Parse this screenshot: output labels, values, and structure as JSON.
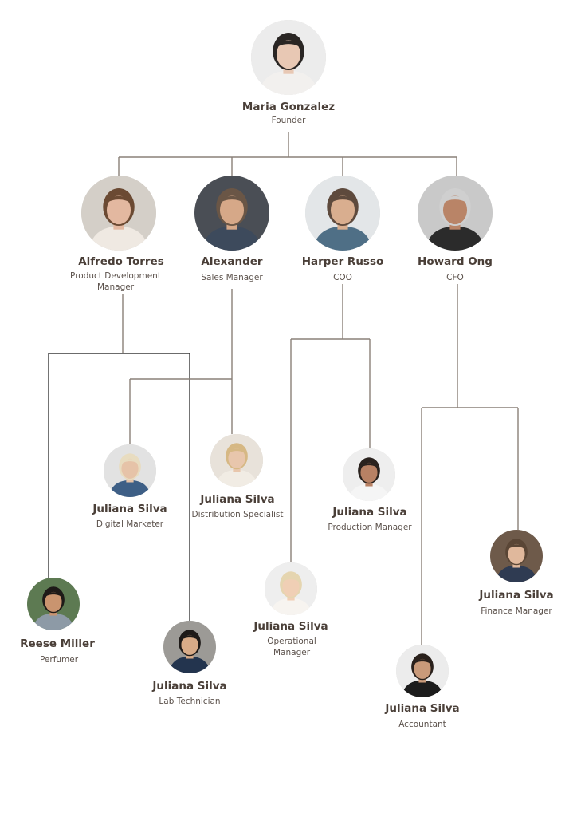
{
  "people": [
    {
      "id": "maria",
      "name": "Maria Gonzalez",
      "role": "Founder",
      "palette": {
        "bg": "#ececec",
        "skin": "#e8c8b4",
        "hair": "#2a2624",
        "shirt": "#f2f0ee"
      }
    },
    {
      "id": "alfredo",
      "name": "Alfredo Torres",
      "role": "Product Development Manager",
      "palette": {
        "bg": "#d4cfc8",
        "skin": "#e3b8a0",
        "hair": "#6b4a33",
        "shirt": "#efe9e2"
      }
    },
    {
      "id": "alexander",
      "name": "Alexander",
      "role": "Sales Manager",
      "palette": {
        "bg": "#4a4e55",
        "skin": "#d6a888",
        "hair": "#6a5646",
        "shirt": "#3d4a5c"
      }
    },
    {
      "id": "harper",
      "name": "Harper Russo",
      "role": "COO",
      "palette": {
        "bg": "#e3e6e8",
        "skin": "#d9ae8f",
        "hair": "#5e4a3d",
        "shirt": "#4f6f86"
      }
    },
    {
      "id": "howard",
      "name": "Howard Ong",
      "role": "CFO",
      "palette": {
        "bg": "#c9c9c9",
        "skin": "#b98467",
        "hair": "#cfcfcf",
        "shirt": "#2b2b2b"
      }
    },
    {
      "id": "digital",
      "name": "Juliana Silva",
      "role": "Digital Marketer",
      "palette": {
        "bg": "#e2e2e2",
        "skin": "#e6c3a8",
        "hair": "#e8dcc0",
        "shirt": "#3e5f86"
      }
    },
    {
      "id": "distribution",
      "name": "Juliana Silva",
      "role": "Distribution Specialist",
      "palette": {
        "bg": "#e8e2da",
        "skin": "#e8c6ac",
        "hair": "#d6b884",
        "shirt": "#f1ece4"
      }
    },
    {
      "id": "production",
      "name": "Juliana Silva",
      "role": "Production Manager",
      "palette": {
        "bg": "#eeeeee",
        "skin": "#b88164",
        "hair": "#2a221e",
        "shirt": "#f5f5f5"
      }
    },
    {
      "id": "finance",
      "name": "Juliana Silva",
      "role": "Finance Manager",
      "palette": {
        "bg": "#6e5a4a",
        "skin": "#e0b89c",
        "hair": "#5a4636",
        "shirt": "#2f3b52"
      }
    },
    {
      "id": "reese",
      "name": "Reese Miller",
      "role": "Perfumer",
      "palette": {
        "bg": "#5d7a52",
        "skin": "#c9946f",
        "hair": "#1e1a18",
        "shirt": "#8d9aa6"
      }
    },
    {
      "id": "operational",
      "name": "Juliana Silva",
      "role": "Operational Manager",
      "palette": {
        "bg": "#eeeeee",
        "skin": "#f0cfb5",
        "hair": "#e5d5b0",
        "shirt": "#f7f4f0"
      }
    },
    {
      "id": "lab",
      "name": "Juliana Silva",
      "role": "Lab Technician",
      "palette": {
        "bg": "#9c9a96",
        "skin": "#d8ab88",
        "hair": "#1e1a18",
        "shirt": "#23344e"
      }
    },
    {
      "id": "accountant",
      "name": "Juliana Silva",
      "role": "Accountant",
      "palette": {
        "bg": "#ececec",
        "skin": "#c99a7a",
        "hair": "#2a211c",
        "shirt": "#1c1c1c"
      }
    }
  ]
}
